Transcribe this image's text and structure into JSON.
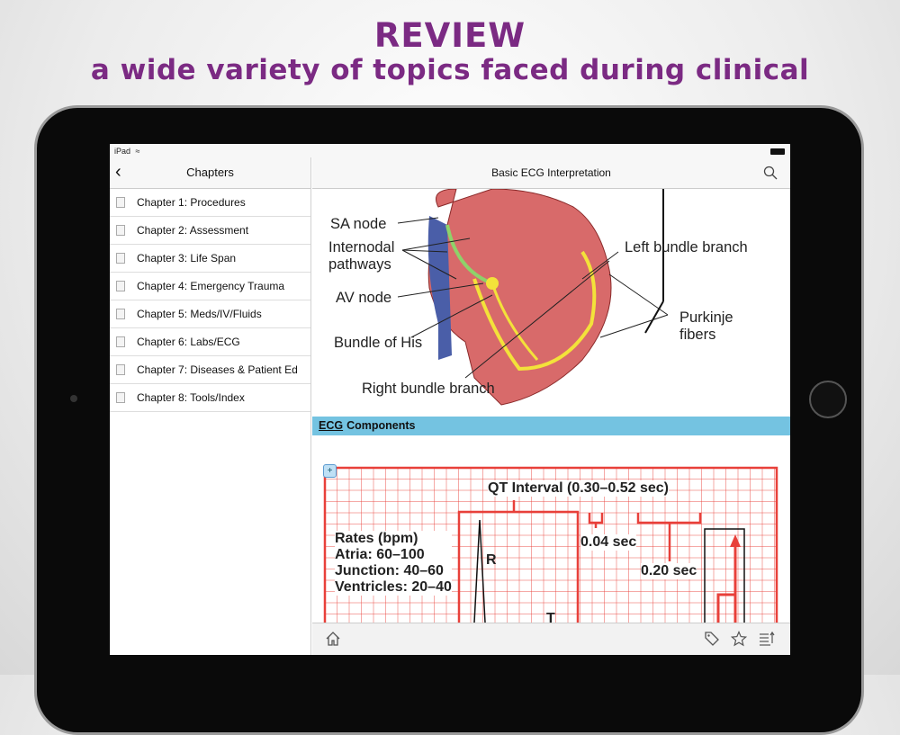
{
  "banner": {
    "title": "REVIEW",
    "subtitle": "a wide variety of topics faced during clinical"
  },
  "status": {
    "device": "iPad",
    "wifi": "wifi-icon"
  },
  "sidebar": {
    "title": "Chapters",
    "items": [
      {
        "label": "Chapter 1: Procedures"
      },
      {
        "label": "Chapter 2: Assessment"
      },
      {
        "label": "Chapter 3: Life Span"
      },
      {
        "label": "Chapter 4: Emergency Trauma"
      },
      {
        "label": "Chapter 5: Meds/IV/Fluids"
      },
      {
        "label": "Chapter 6: Labs/ECG"
      },
      {
        "label": "Chapter 7: Diseases & Patient Ed"
      },
      {
        "label": "Chapter 8: Tools/Index"
      }
    ]
  },
  "main": {
    "title": "Basic ECG Interpretation",
    "heart_labels": {
      "sa": "SA node",
      "internodal": "Internodal\npathways",
      "av": "AV node",
      "his": "Bundle of His",
      "rbb": "Right bundle branch",
      "lbb": "Left bundle branch",
      "purkinje": "Purkinje\nfibers"
    },
    "section": {
      "abbr": "ECG",
      "title": "Components"
    },
    "ecg": {
      "qt": "QT Interval (0.30–0.52 sec)",
      "rates_title": "Rates (bpm)",
      "atria": "Atria: 60–100",
      "junction": "Junction: 40–60",
      "ventricles": "Ventricles: 20–40",
      "r": "R",
      "t": "T",
      "small": "0.04 sec",
      "large": "0.20 sec"
    }
  },
  "colors": {
    "brand": "#7b2a83",
    "section": "#74c3e1",
    "grid": "#e8403a"
  }
}
